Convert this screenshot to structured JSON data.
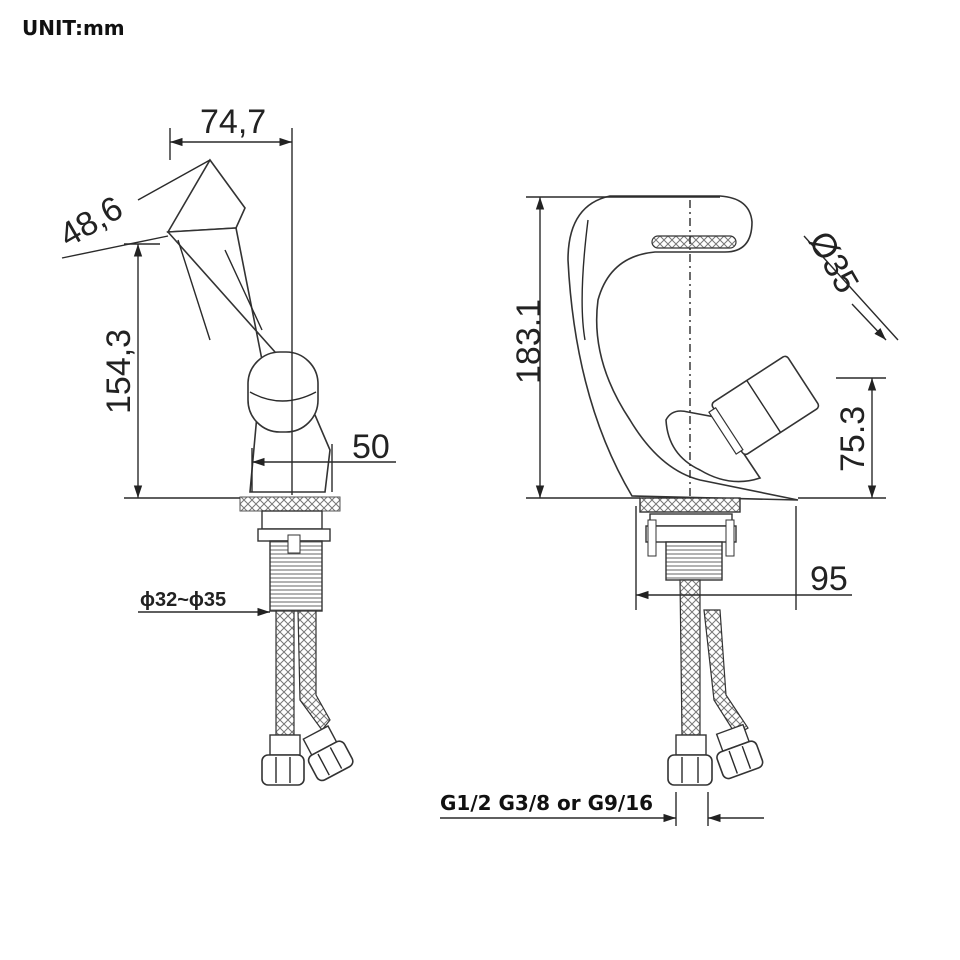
{
  "unit_label": "UNIT:mm",
  "side_view": {
    "dims": {
      "spout_reach": "74,7",
      "spout_height": "48,6",
      "total_height": "154,3",
      "base_width": "50",
      "hole_diameter": "ϕ32~ϕ35"
    }
  },
  "front_view": {
    "dims": {
      "total_height": "183.1",
      "handle_diameter": "Ø35",
      "handle_height": "75.3",
      "base_reach": "95",
      "thread": "G1/2 G3/8 or G9/16"
    }
  }
}
